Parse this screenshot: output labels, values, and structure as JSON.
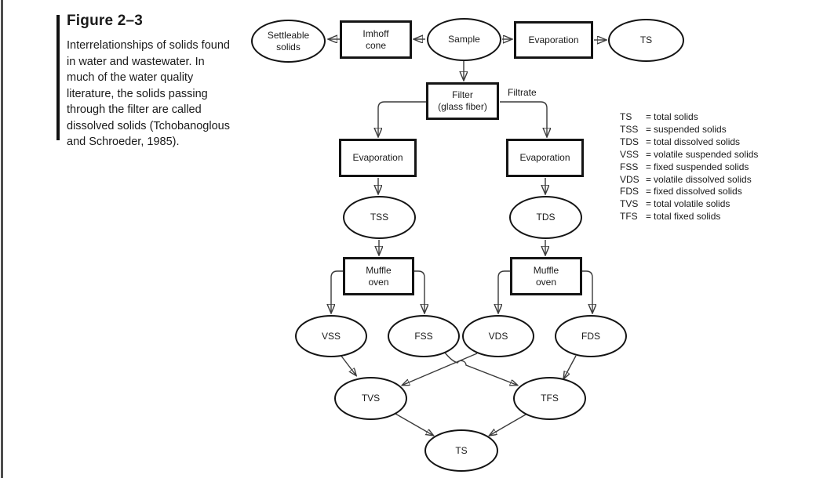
{
  "figure": {
    "title": "Figure 2–3",
    "caption_lines": [
      "Interrelationships of solids found",
      "in water and wastewater. In",
      "much of the water quality",
      "literature, the solids passing",
      "through the filter are called",
      "dissolved solids (Tchobanoglous",
      "and Schroeder, 1985)."
    ]
  },
  "nodes": {
    "settleable_solids": {
      "line1": "Settleable",
      "line2": "solids"
    },
    "imhoff_cone": {
      "line1": "Imhoff",
      "line2": "cone"
    },
    "sample": {
      "label": "Sample"
    },
    "evaporation_top": {
      "label": "Evaporation"
    },
    "ts_top": {
      "label": "TS"
    },
    "filter": {
      "line1": "Filter",
      "line2": "(glass fiber)"
    },
    "evaporation_left": {
      "label": "Evaporation"
    },
    "evaporation_right": {
      "label": "Evaporation"
    },
    "tss": {
      "label": "TSS"
    },
    "tds": {
      "label": "TDS"
    },
    "muffle_oven_left": {
      "line1": "Muffle",
      "line2": "oven"
    },
    "muffle_oven_right": {
      "line1": "Muffle",
      "line2": "oven"
    },
    "vss": {
      "label": "VSS"
    },
    "fss": {
      "label": "FSS"
    },
    "vds": {
      "label": "VDS"
    },
    "fds": {
      "label": "FDS"
    },
    "tvs": {
      "label": "TVS"
    },
    "tfs": {
      "label": "TFS"
    },
    "ts_bottom": {
      "label": "TS"
    }
  },
  "edge_labels": {
    "filtrate": "Filtrate"
  },
  "legend": {
    "entries": [
      {
        "abbr": "TS",
        "eq": "=",
        "definition": "total solids"
      },
      {
        "abbr": "TSS",
        "eq": "=",
        "definition": "suspended solids"
      },
      {
        "abbr": "TDS",
        "eq": "=",
        "definition": "total dissolved solids"
      },
      {
        "abbr": "VSS",
        "eq": "=",
        "definition": "volatile suspended solids"
      },
      {
        "abbr": "FSS",
        "eq": "=",
        "definition": "fixed suspended solids"
      },
      {
        "abbr": "VDS",
        "eq": "=",
        "definition": "volatile dissolved solids"
      },
      {
        "abbr": "FDS",
        "eq": "=",
        "definition": "fixed dissolved solids"
      },
      {
        "abbr": "TVS",
        "eq": "=",
        "definition": "total volatile solids"
      },
      {
        "abbr": "TFS",
        "eq": "=",
        "definition": "total fixed solids"
      }
    ]
  },
  "colors": {
    "background": "#ffffff",
    "shape_border": "#141414",
    "connector": "#3a3a3a",
    "text": "#1a1a1a",
    "page_edge": "#4d4d4d"
  }
}
